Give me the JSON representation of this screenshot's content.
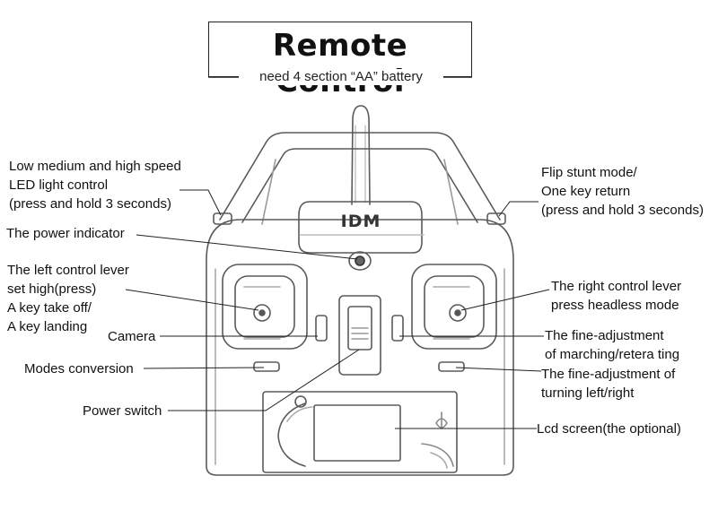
{
  "title": "Remote Control",
  "subtitle": "need 4 section “AA” battery",
  "brand_logo": "IDM",
  "labels": {
    "speed_led": [
      "Low medium and high speed",
      "LED light control",
      "(press and hold 3 seconds)"
    ],
    "power_indicator": [
      "The power indicator"
    ],
    "left_lever": [
      "The left control lever",
      "set high(press)",
      "A key take off/",
      "A key landing"
    ],
    "camera": [
      "Camera"
    ],
    "modes": [
      "Modes conversion"
    ],
    "power_switch": [
      "Power switch"
    ],
    "flip": [
      "Flip stunt mode/",
      "One key return",
      "(press and hold 3 seconds)"
    ],
    "right_lever": [
      "The right control lever",
      "press headless mode"
    ],
    "fine_march": [
      "The fine-adjustment",
      "of marching/retera ting"
    ],
    "fine_turn": [
      "The fine-adjustment of",
      "turning left/right"
    ],
    "lcd": [
      "Lcd screen(the optional)"
    ]
  },
  "colors": {
    "ink": "#111111",
    "sketch": "#555555",
    "light": "#9a9a9a"
  }
}
